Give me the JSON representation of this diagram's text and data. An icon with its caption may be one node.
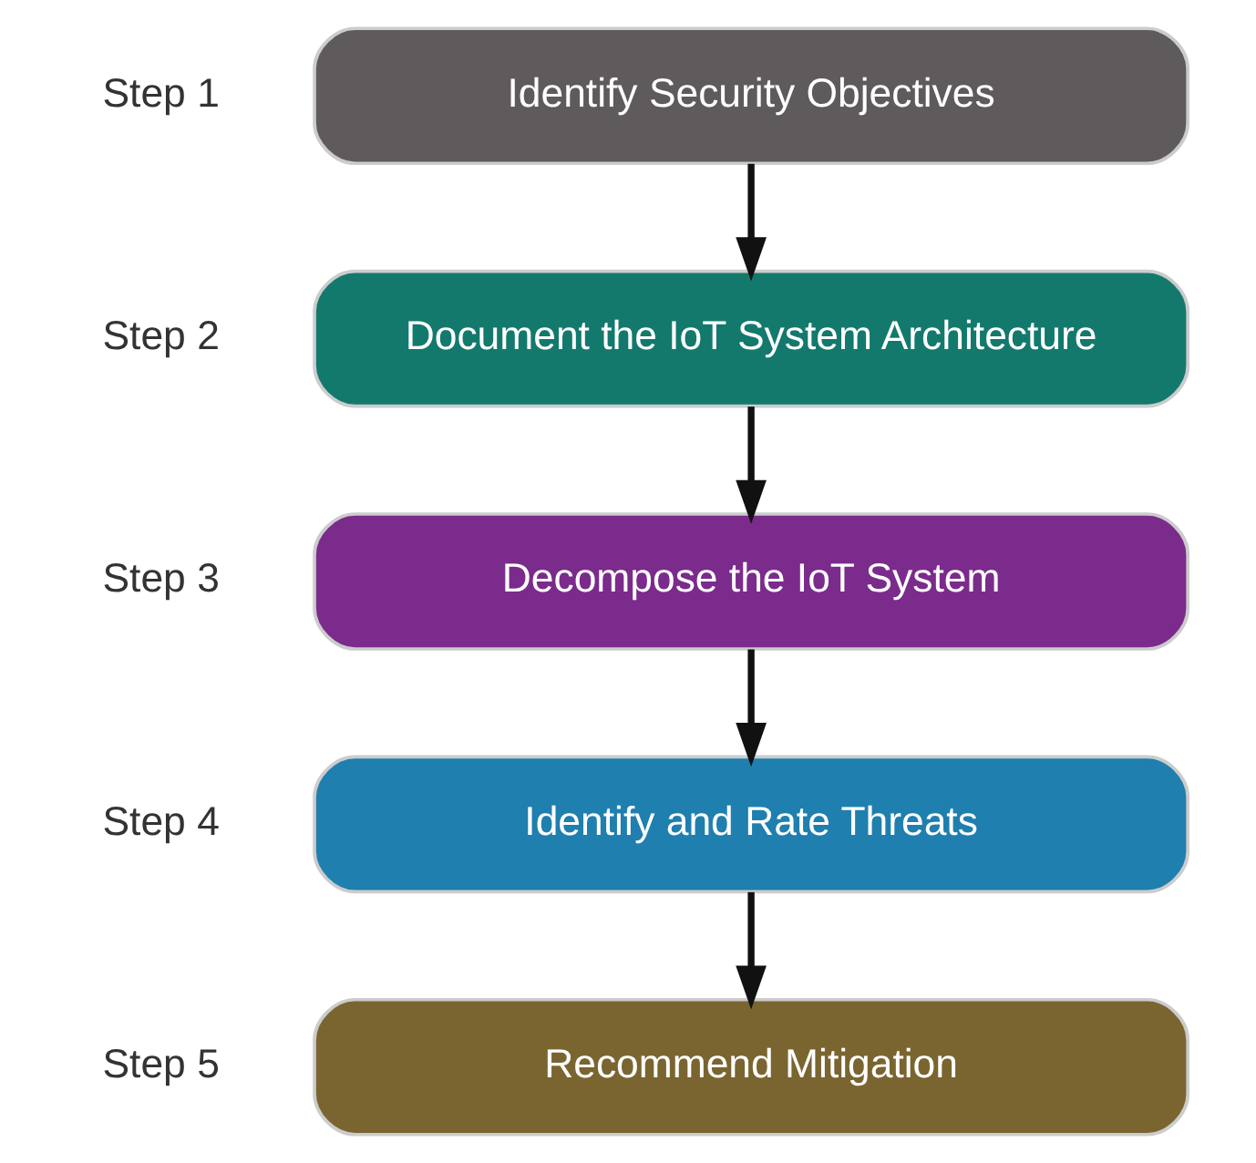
{
  "diagram": {
    "nodes": [
      {
        "text": [
          "Identify Security Objectives"
        ],
        "beside": [
          "Step 1"
        ]
      },
      {
        "text": [
          "Document the IoT System Architecture"
        ],
        "beside": [
          "Step 2"
        ]
      },
      {
        "text": [
          "Decompose the IoT System"
        ],
        "beside": [
          "Step 3"
        ]
      },
      {
        "text": [
          "Identify and Rate Threats"
        ],
        "beside": [
          "Step 4"
        ]
      },
      {
        "text": [
          "Recommend Mitigation"
        ],
        "beside": [
          "Step 5"
        ]
      }
    ],
    "edges": [
      {
        "from": 0,
        "to": 1,
        "arrow": "to"
      },
      {
        "from": 1,
        "to": 2,
        "arrow": "to"
      },
      {
        "from": 2,
        "to": 3,
        "arrow": "to"
      },
      {
        "from": 3,
        "to": 4,
        "arrow": "to"
      }
    ]
  }
}
